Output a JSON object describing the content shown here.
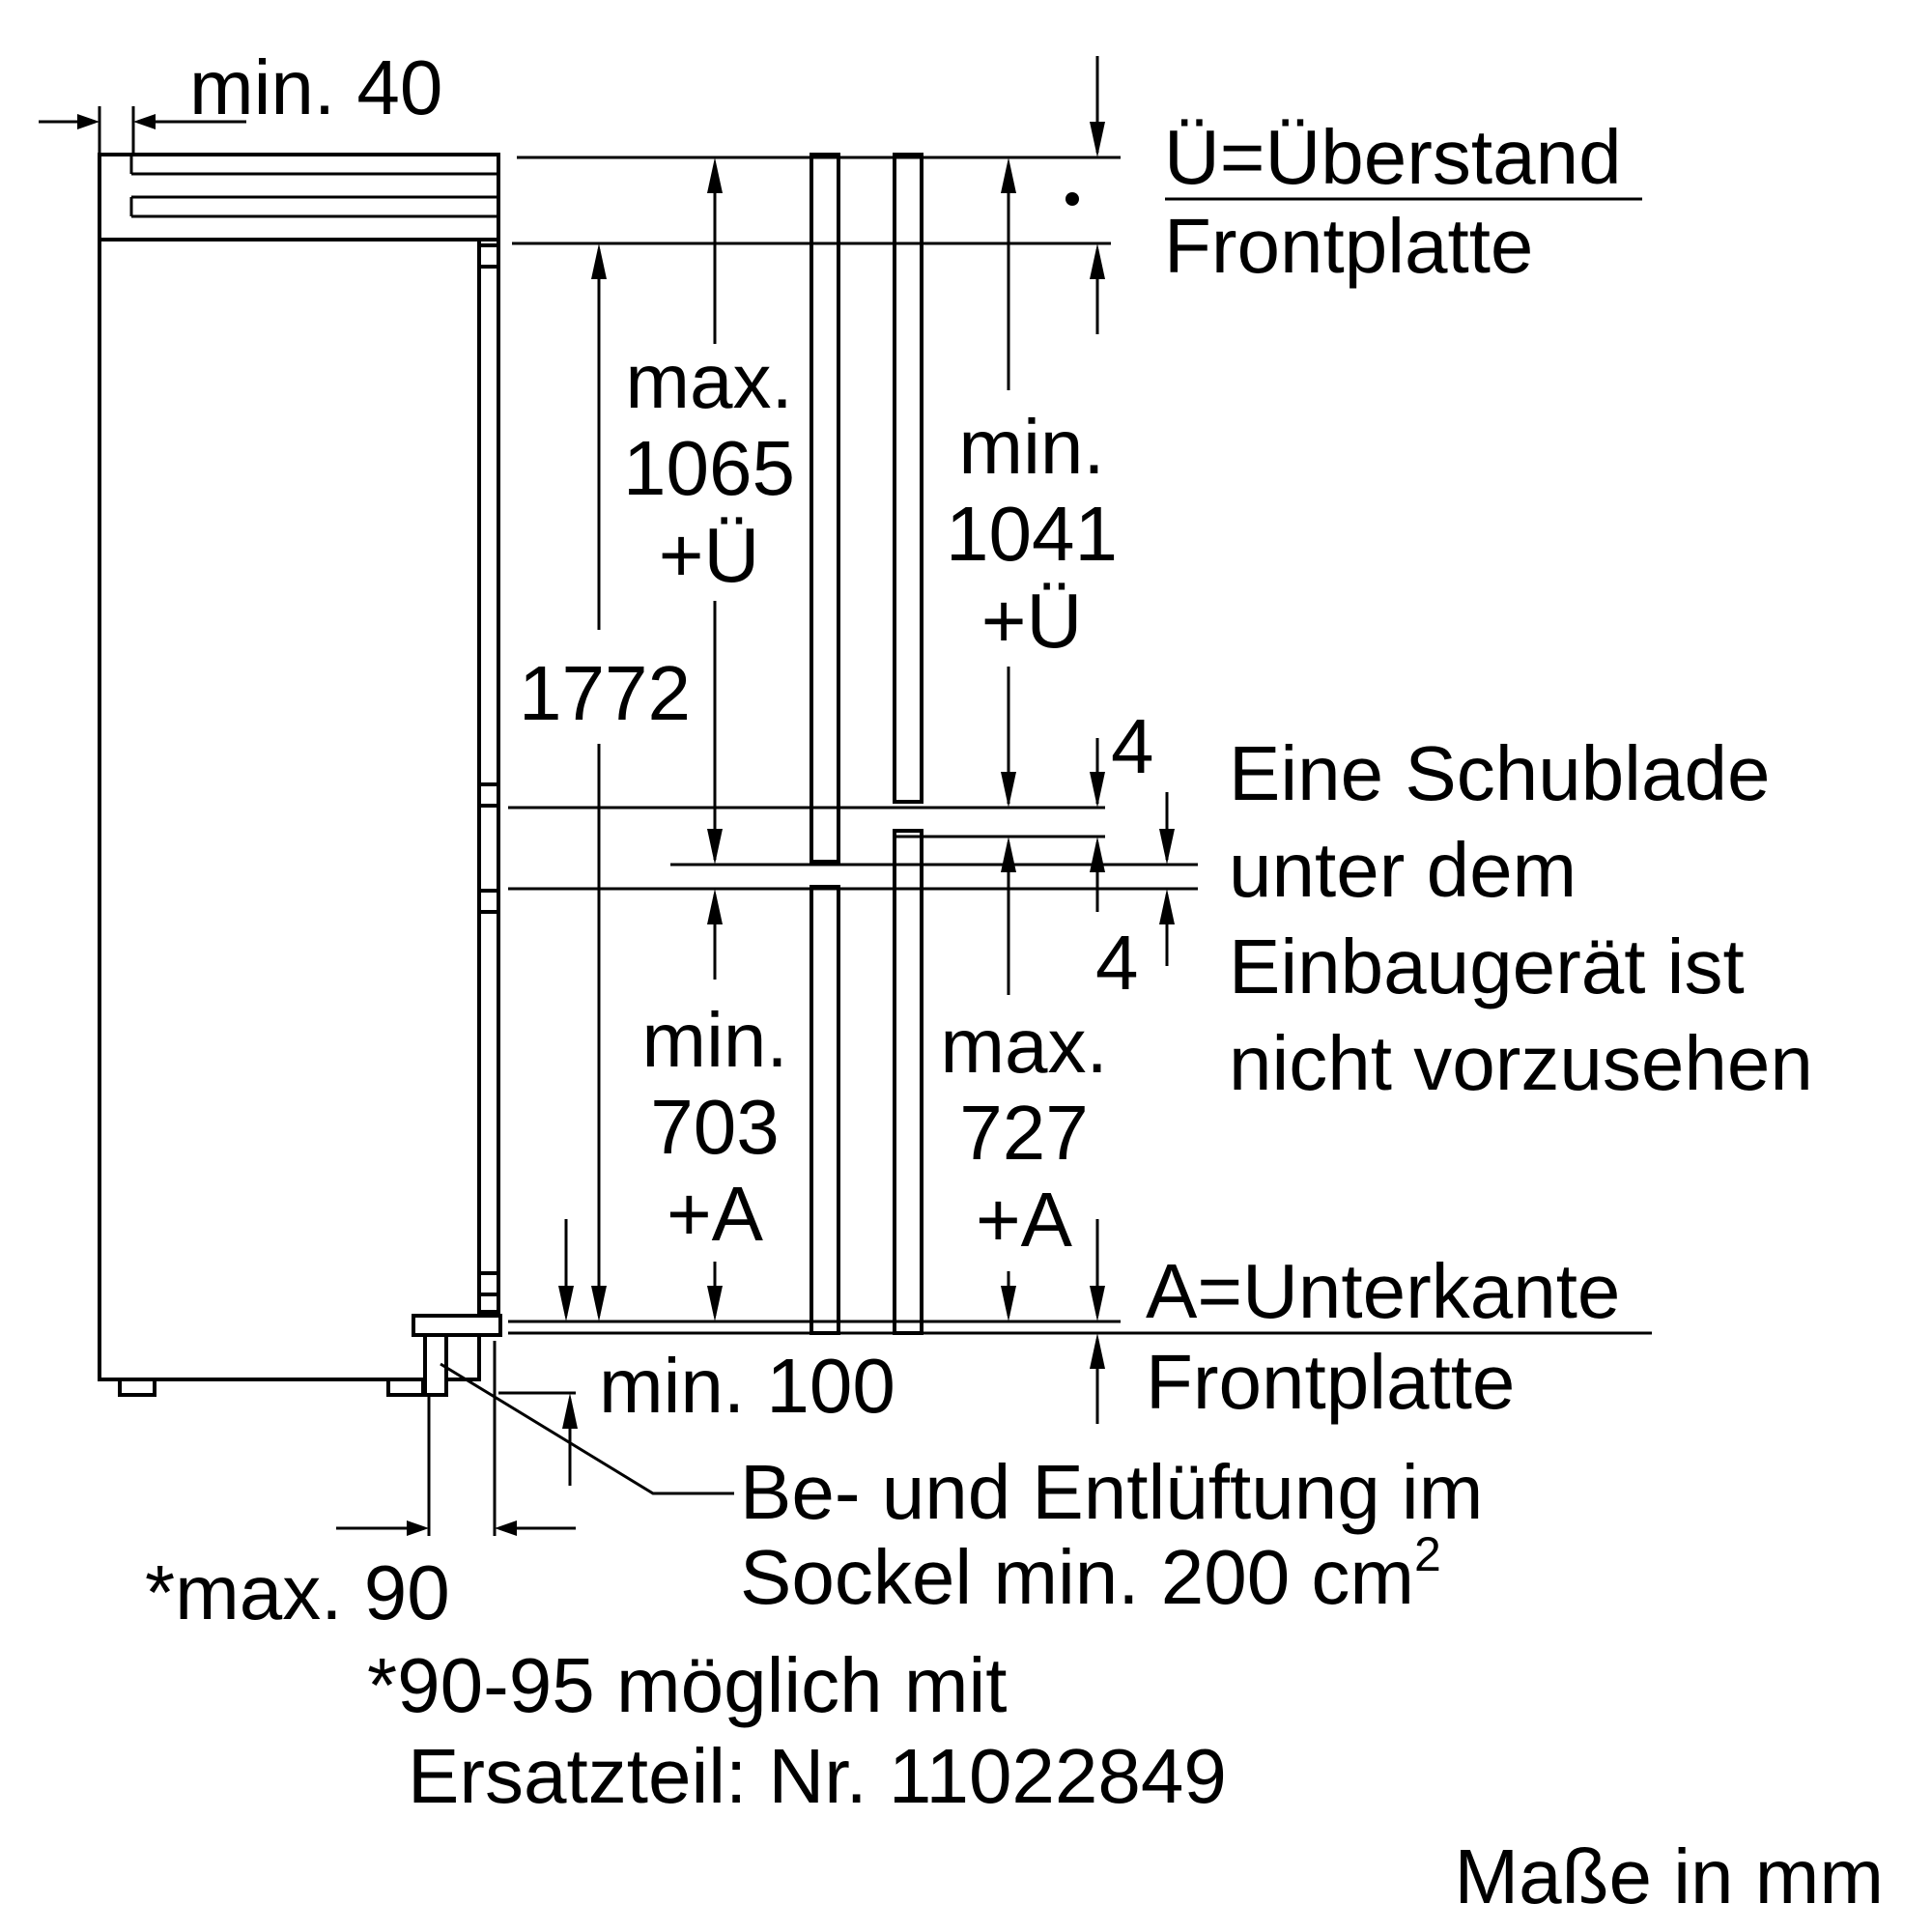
{
  "labels": {
    "top_min": "min. 40",
    "ueberstand": "Ü=Überstand",
    "frontplatte_top": "Frontplatte",
    "max_1065": [
      "max.",
      "1065",
      "+Ü"
    ],
    "min_1041": [
      "min.",
      "1041",
      "+Ü"
    ],
    "height_1772": "1772",
    "gap_top": "4",
    "gap_bottom": "4",
    "schublade": [
      "Eine Schublade",
      "unter dem",
      "Einbaugerät ist",
      "nicht vorzusehen"
    ],
    "min_703": [
      "min.",
      "703",
      "+A"
    ],
    "max_727": [
      "max.",
      "727",
      "+A"
    ],
    "unterkante": "A=Unterkante",
    "frontplatte_bottom": "Frontplatte",
    "min_100": "min. 100",
    "belueftung_1": "Be- und Entlüftung im",
    "belueftung_2": "Sockel min. 200 cm",
    "belueftung_sup": "2",
    "max_90": "*max. 90",
    "note_1": "*90-95 möglich mit",
    "note_2": "Ersatzteil: Nr. 11022849",
    "units": "Maße in mm"
  }
}
